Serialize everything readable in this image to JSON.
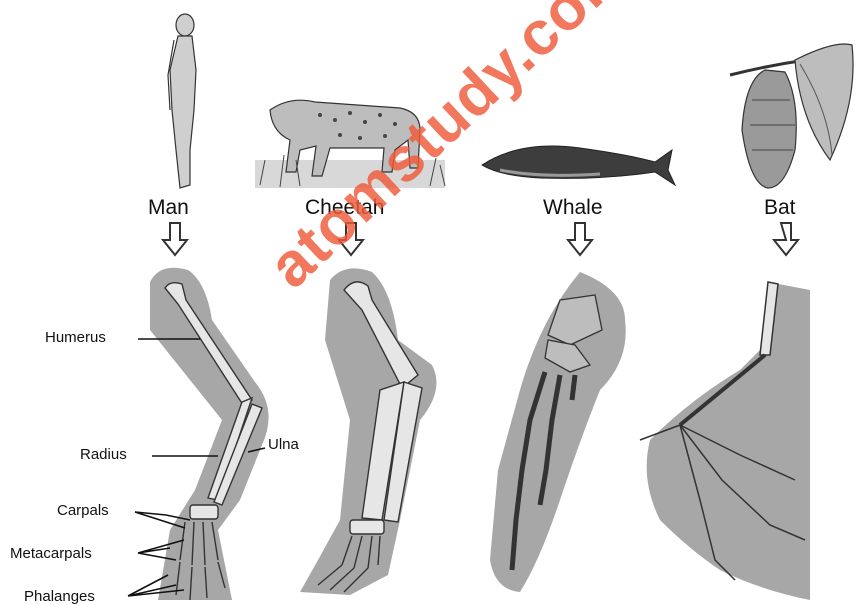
{
  "animals": [
    {
      "id": "man",
      "label": "Man"
    },
    {
      "id": "cheetah",
      "label": "Cheetah"
    },
    {
      "id": "whale",
      "label": "Whale"
    },
    {
      "id": "bat",
      "label": "Bat"
    }
  ],
  "parts": {
    "humerus": "Humerus",
    "radius": "Radius",
    "ulna": "Ulna",
    "carpals": "Carpals",
    "metacarpals": "Metacarpals",
    "phalanges": "Phalanges"
  },
  "watermark": "atomstudy.com",
  "colors": {
    "shadow": "#a7a7a7",
    "bone": "#e6e6e6",
    "watermark": "#ef5a3a"
  }
}
